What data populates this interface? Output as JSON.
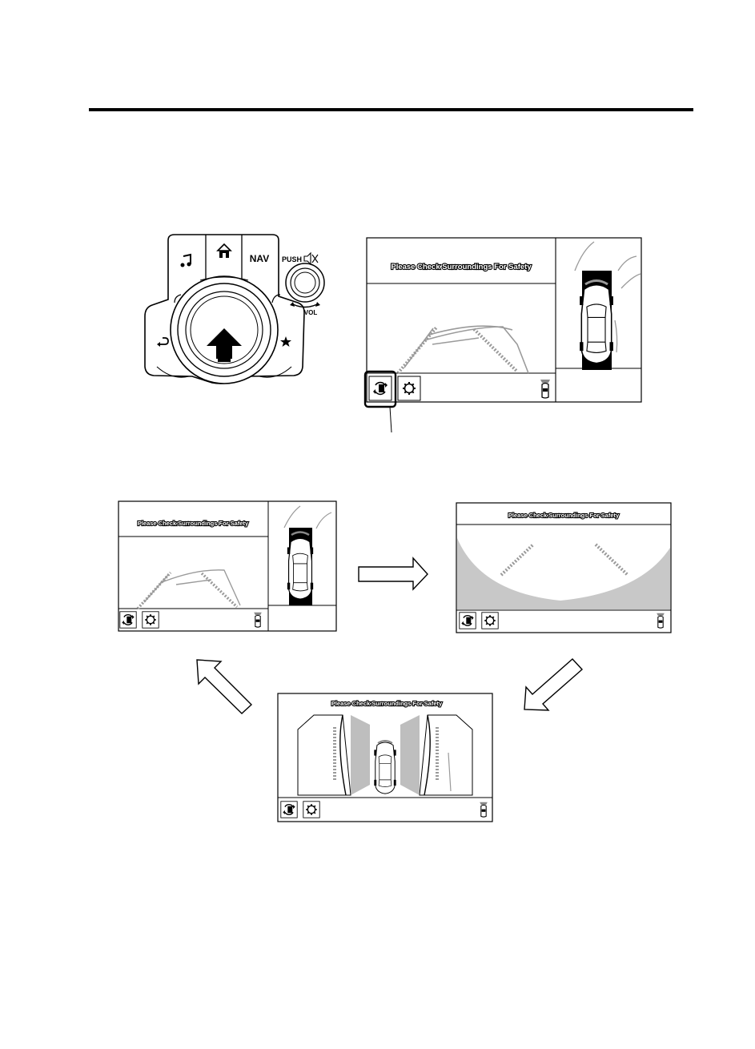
{
  "commander": {
    "music_icon": "music-note-icon",
    "home_icon": "home-icon",
    "nav_label": "NAV",
    "push_label": "PUSH",
    "mute_icon": "mute-icon",
    "vol_label": "VOL",
    "back_icon": "back-arrow-icon",
    "favorite_icon": "star-icon",
    "direction_icon": "up-arrow-icon"
  },
  "screens": {
    "main": {
      "banner": "Please Check Surroundings For Safety"
    },
    "step_rear": {
      "banner": "Please Check Surroundings For Safety"
    },
    "step_wide": {
      "banner": "Please Check Surroundings For Safety"
    },
    "step_side": {
      "banner": "Please Check Surroundings For Safety"
    }
  },
  "icons": {
    "view_switch": "view-switch-icon",
    "settings": "settings-gear-icon",
    "sensor_status": "sensor-car-icon"
  },
  "colors": {
    "line": "#000000",
    "guide_gray": "#9a9a9a",
    "shade_gray": "#c8c8c8"
  }
}
